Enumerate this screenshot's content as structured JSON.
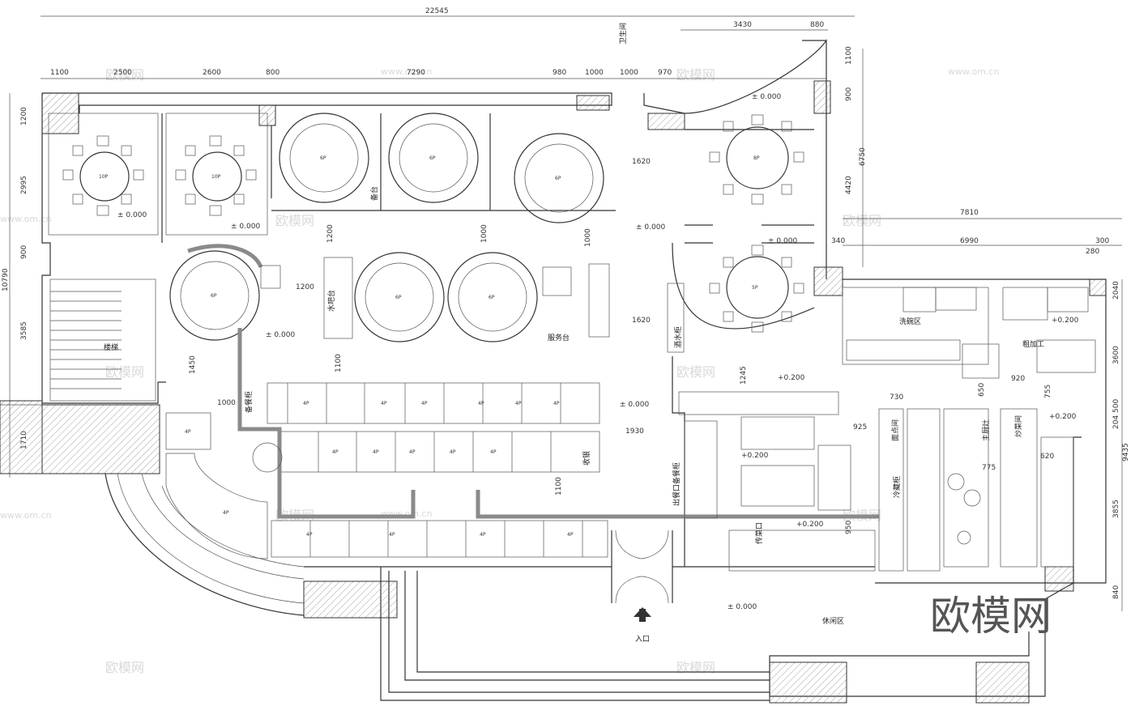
{
  "dimensions": {
    "overall_width": "22545",
    "top_row": [
      "1100",
      "2500",
      "2600",
      "800",
      "7290",
      "980",
      "1000",
      "1000",
      "970"
    ],
    "top_right": [
      "3430",
      "880"
    ],
    "right_vertical": [
      "1100",
      "900",
      "4420",
      "6750"
    ],
    "right_mid": [
      "7810",
      "6990",
      "340",
      "280",
      "300"
    ],
    "right_lower": [
      "3600",
      "204",
      "500",
      "9435",
      "3855",
      "840",
      "2040"
    ],
    "left_vertical": [
      "1200",
      "2995",
      "900",
      "10790",
      "3585",
      "1710"
    ],
    "interior": [
      "1200",
      "1000",
      "1000",
      "1200",
      "1620",
      "1620",
      "1450",
      "1000",
      "1100",
      "1245",
      "1930",
      "1100",
      "950",
      "730",
      "650",
      "920",
      "755",
      "925",
      "775",
      "620"
    ]
  },
  "levels": {
    "zero": "± 0.000",
    "plus200": "+0.200"
  },
  "rooms": {
    "restroom": "卫生间",
    "wash_area": "洗碗区",
    "rough_processing": "粗加工",
    "outlet_counter": "出餐口备餐柜",
    "cold_storage": "冷藏柜",
    "main_cook": "主厨灶",
    "stir_fry": "炒菜间",
    "prep": "面点间",
    "pass": "传菜口",
    "leisure_area": "休闲区",
    "entrance": "入口",
    "stair": "楼梯",
    "cashier": "收银",
    "water_station": "水吧台",
    "cabinet": "备餐柜",
    "service_counter": "服务台",
    "wine_cabinet": "酒水柜",
    "side_station": "备台"
  },
  "tables": {
    "round_10": "10P",
    "round_8": "8P",
    "round_6": "6P",
    "round_5": "5P",
    "four": "4P"
  },
  "watermarks": {
    "brand": "欧模网",
    "url": "www.om.cn"
  },
  "colors": {
    "line": "#333333",
    "path": "#8a8a8a",
    "background": "#ffffff"
  }
}
